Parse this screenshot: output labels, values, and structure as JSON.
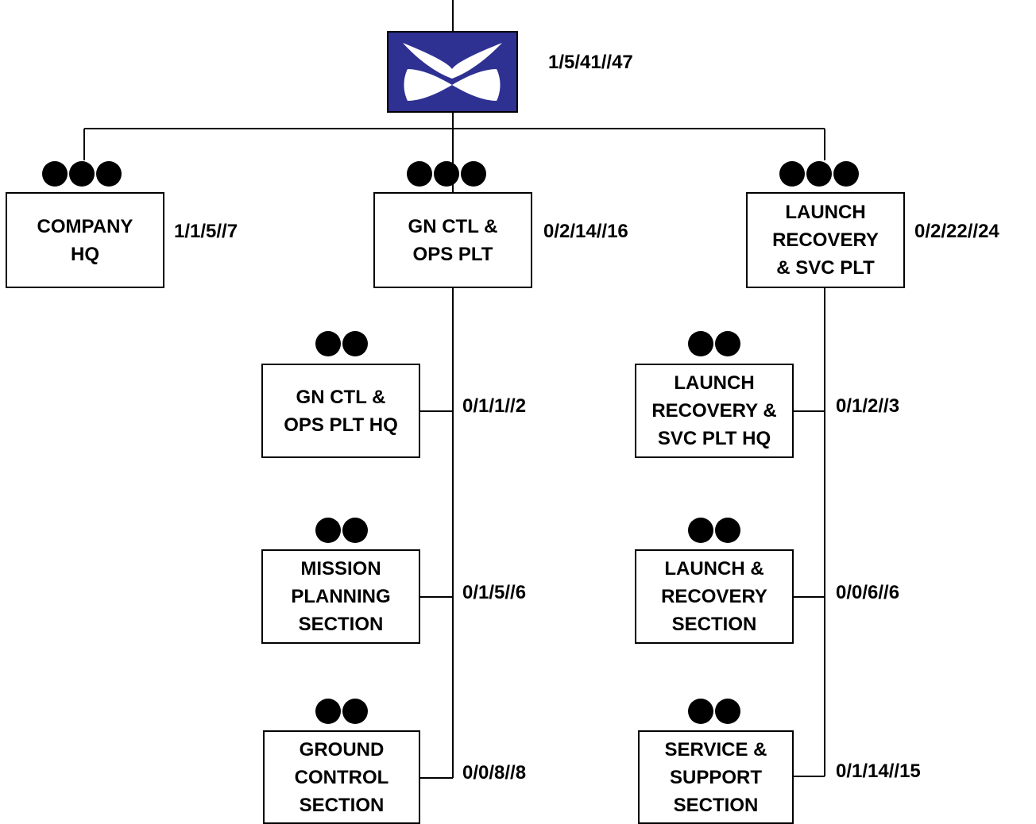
{
  "hq": {
    "strength": "1/5/41//47",
    "symbol_icon": "unmanned-aircraft-symbol",
    "fill_color": "#2e3192"
  },
  "units": {
    "company_hq": {
      "label": "COMPANY\nHQ",
      "strength": "1/1/5//7",
      "echelon": "platoon"
    },
    "gn_ctl_ops_plt": {
      "label": "GN CTL &\nOPS PLT",
      "strength": "0/2/14//16",
      "echelon": "platoon"
    },
    "launch_recovery_svc_plt": {
      "label": "LAUNCH\nRECOVERY\n& SVC PLT",
      "strength": "0/2/22//24",
      "echelon": "platoon"
    },
    "gn_ctl_ops_plt_hq": {
      "label": "GN CTL &\nOPS PLT HQ",
      "strength": "0/1/1//2",
      "echelon": "section"
    },
    "mission_planning_section": {
      "label": "MISSION\nPLANNING\nSECTION",
      "strength": "0/1/5//6",
      "echelon": "section"
    },
    "ground_control_section": {
      "label": "GROUND\nCONTROL\nSECTION",
      "strength": "0/0/8//8",
      "echelon": "section"
    },
    "launch_recovery_svc_plt_hq": {
      "label": "LAUNCH\nRECOVERY &\nSVC PLT HQ",
      "strength": "0/1/2//3",
      "echelon": "section"
    },
    "launch_recovery_section": {
      "label": "LAUNCH &\nRECOVERY\nSECTION",
      "strength": "0/0/6//6",
      "echelon": "section"
    },
    "service_support_section": {
      "label": "SERVICE &\nSUPPORT\nSECTION",
      "strength": "0/1/14//15",
      "echelon": "section"
    }
  }
}
